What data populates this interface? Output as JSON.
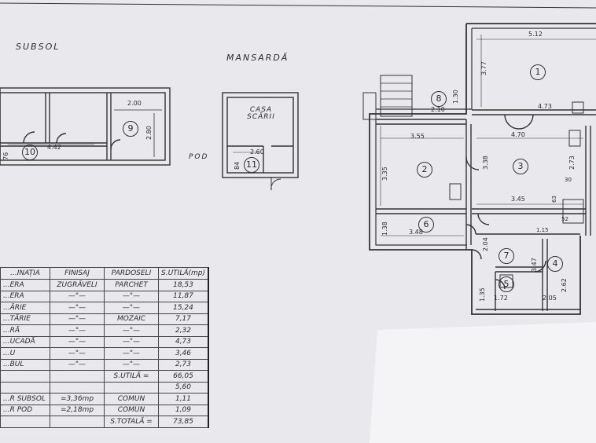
{
  "plan": {
    "titles": {
      "basement": "SUBSOL",
      "attic": "MANSARDĂ",
      "stairwell": "CASA SCĂRII",
      "loft": "POD"
    },
    "basement": {
      "dims": {
        "room9_width": "2.00",
        "room9_depth": "2.80",
        "corridor_length": "4.42",
        "corridor_depth": "76"
      },
      "rooms": [
        "9",
        "10"
      ]
    },
    "attic": {
      "dims": {
        "stair_width": "2.60",
        "stair_depth": "84"
      },
      "rooms": [
        "11"
      ]
    },
    "ground_floor": {
      "dims": {
        "r1_width": "5.12",
        "r1_depth": "3.77",
        "r8_width": "2.10",
        "r8_depth": "1.30",
        "hall_top": "4.73",
        "r3_width": "4.70",
        "r2_width": "3.55",
        "r2_depth": "3.35",
        "r3_depth": "2.73",
        "r3_side": "3.38",
        "r3_bottom": "3.45",
        "d1": "30",
        "d2": "63",
        "r6_width": "3.48",
        "r6_depth": "1.38",
        "r7_depth": "2.04",
        "d3": "1.15",
        "d4": "52",
        "r7_side": "3.47",
        "r4_depth": "2.62",
        "r5_width": "1.72",
        "r4_width": "2.05",
        "r5_depth": "1.35"
      },
      "rooms": [
        "1",
        "2",
        "3",
        "4",
        "5",
        "6",
        "7",
        "8"
      ]
    }
  },
  "legend": {
    "headers": [
      "...INAȚIA",
      "FINISAJ",
      "PARDOSELI",
      "S.UTILĂ(mp)"
    ],
    "rows": [
      [
        "...ERA",
        "ZUGRĂVELI",
        "PARCHET",
        "18,53"
      ],
      [
        "...ERA",
        "—\"—",
        "—\"—",
        "11,87"
      ],
      [
        "...ĂRIE",
        "—\"—",
        "—\"—",
        "15,24"
      ],
      [
        "...TĂRIE",
        "—\"—",
        "MOZAIC",
        "7,17"
      ],
      [
        "...RĂ",
        "—\"—",
        "—\"—",
        "2,32"
      ],
      [
        "...UCADĂ",
        "—\"—",
        "—\"—",
        "4,73"
      ],
      [
        "...U",
        "—\"—",
        "—\"—",
        "3,46"
      ],
      [
        "...BUL",
        "—\"—",
        "—\"—",
        "2,73"
      ]
    ],
    "sutila_label": "S.UTILĂ =",
    "sutila_value": "66,05",
    "extra_value": "5,60",
    "subsol_row": [
      "...R SUBSOL",
      "=3,36mp",
      "COMUN",
      "1,11"
    ],
    "pod_row": [
      "...R POD",
      "=2,18mp",
      "COMUN",
      "1,09"
    ],
    "stotala_label": "S.TOTALĂ =",
    "stotala_value": "73,85"
  }
}
